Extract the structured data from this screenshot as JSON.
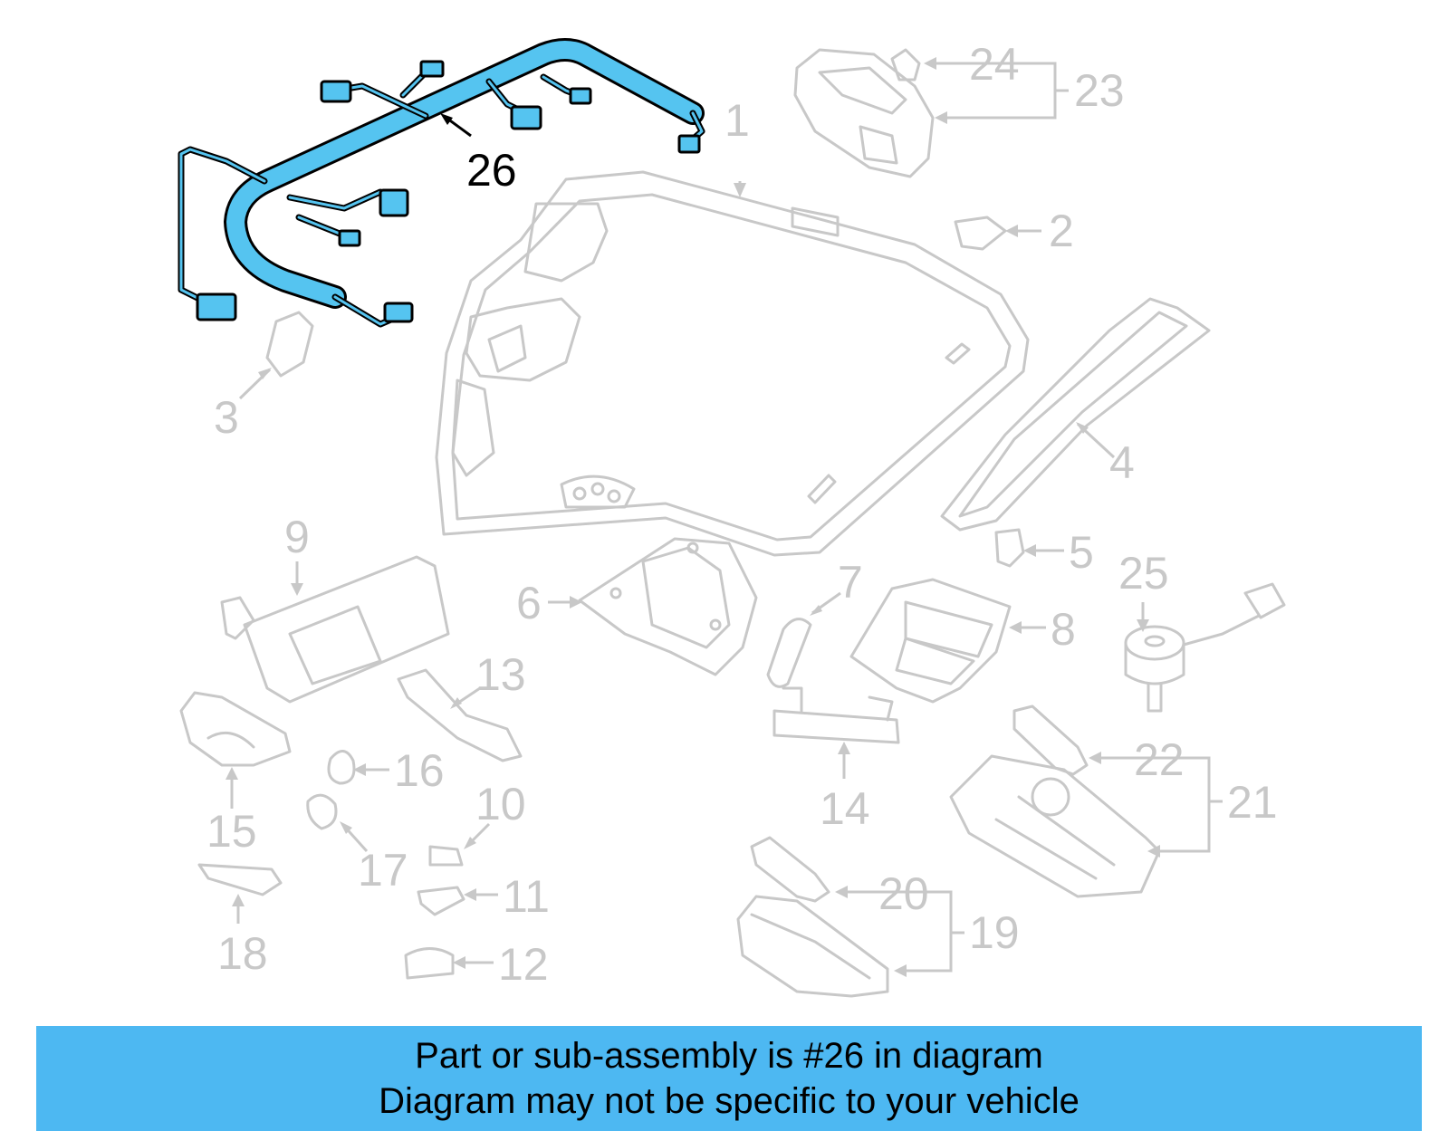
{
  "callouts": {
    "c1": "1",
    "c2": "2",
    "c3": "3",
    "c4": "4",
    "c5": "5",
    "c6": "6",
    "c7": "7",
    "c8": "8",
    "c9": "9",
    "c10": "10",
    "c11": "11",
    "c12": "12",
    "c13": "13",
    "c14": "14",
    "c15": "15",
    "c16": "16",
    "c17": "17",
    "c18": "18",
    "c19": "19",
    "c20": "20",
    "c21": "21",
    "c22": "22",
    "c23": "23",
    "c24": "24",
    "c25": "25",
    "c26": "26"
  },
  "highlight": {
    "part": "26",
    "color": "#55c4f0"
  },
  "banner": {
    "line1": "Part or sub-assembly is #26 in diagram",
    "line2": "Diagram may not be specific to your vehicle",
    "color": "#4db8f2"
  }
}
